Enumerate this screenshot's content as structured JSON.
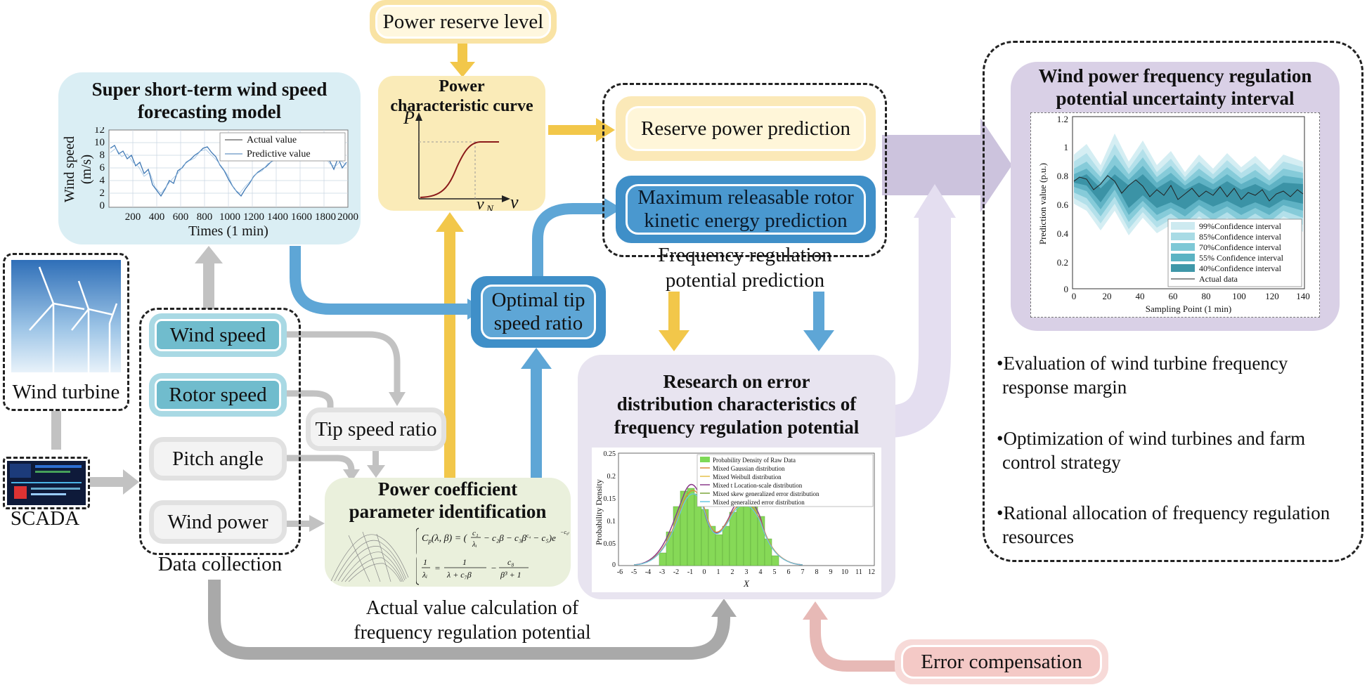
{
  "power_reserve_level": "Power reserve level",
  "wind_speed_model": {
    "title_line1": "Super short-term wind speed",
    "title_line2": "forecasting model",
    "ylabel_line1": "Wind speed",
    "ylabel_line2": "(m/s)",
    "xlabel": "Times (1 min)",
    "legend_actual": "Actual value",
    "legend_predictive": "Predictive value",
    "y_ticks": [
      "12",
      "10",
      "8",
      "6",
      "4",
      "2",
      "0"
    ],
    "x_ticks": [
      "200",
      "400",
      "600",
      "800",
      "1000",
      "1200",
      "1400",
      "1600",
      "1800",
      "2000"
    ]
  },
  "power_curve": {
    "title_line1": "Power",
    "title_line2": "characteristic curve",
    "p_label": "P",
    "v_label": "v",
    "vn_label": "v",
    "vn_sub": "N"
  },
  "frequency_regulation": {
    "reserve_power": "Reserve power prediction",
    "max_kinetic_line1": "Maximum releasable rotor",
    "max_kinetic_line2": "kinetic energy prediction",
    "caption_line1": "Frequency regulation",
    "caption_line2": "potential prediction"
  },
  "uncertainty": {
    "title_line1": "Wind power frequency regulation",
    "title_line2": "potential uncertainty interval",
    "ylabel": "Prediction value (p.u.)",
    "xlabel": "Sampling Point (1 min)",
    "y_ticks": [
      "1.2",
      "1",
      "0.8",
      "0.6",
      "0.4",
      "0.2",
      "0"
    ],
    "x_ticks": [
      "0",
      "20",
      "40",
      "60",
      "80",
      "100",
      "120",
      "140"
    ],
    "legend": [
      "99%Confidence interval",
      "85%Confidence interval",
      "70%Confidence interval",
      "55% Confidence interval",
      "40%Confidence interval",
      "Actual data"
    ],
    "legend_colors": [
      "#cdeaf0",
      "#a9dbe5",
      "#7ec8d6",
      "#5bb3c3",
      "#3f97a8",
      "#222222"
    ]
  },
  "bullets": [
    {
      "line1": "•Evaluation of wind turbine frequency",
      "line2": "response margin"
    },
    {
      "line1": "•Optimization of wind turbines and farm",
      "line2": "control strategy"
    },
    {
      "line1": "•Rational allocation of frequency regulation",
      "line2": "resources"
    }
  ],
  "wind_turbine_label": "Wind turbine",
  "scada_label": "SCADA",
  "data_collection": {
    "caption": "Data collection",
    "items": [
      "Wind speed",
      "Rotor speed",
      "Pitch angle",
      "Wind power"
    ]
  },
  "tip_speed_ratio": "Tip speed ratio",
  "optimal_tip": {
    "line1": "Optimal tip",
    "line2": "speed ratio"
  },
  "power_coefficient": {
    "title_line1": "Power coefficient",
    "title_line2": "parameter identification"
  },
  "actual_value": {
    "line1": "Actual value calculation of",
    "line2": "frequency regulation potential"
  },
  "error_research": {
    "title_line1": "Research on error",
    "title_line2": "distribution characteristics of",
    "title_line3": "frequency regulation potential",
    "ylabel": "Probability Density",
    "xlabel": "X",
    "y_ticks": [
      "0.25",
      "0.2",
      "0.15",
      "0.1",
      "0.05",
      "0"
    ],
    "x_ticks": [
      "-6",
      "-5",
      "-4",
      "-3",
      "-2",
      "-1",
      "0",
      "1",
      "2",
      "3",
      "4",
      "5",
      "6",
      "7",
      "8",
      "9",
      "10",
      "11",
      "12"
    ],
    "legend": [
      "Probability Density of Raw Data",
      "Mixed Gaussian distribution",
      "Mixed Weibull distribution",
      "Mixed t Location-scale distribution",
      "Mixed skew generalized error distribution",
      "Mixed generalized error distribution"
    ],
    "legend_colors": [
      "#7ed957",
      "#d98a3a",
      "#e6c04a",
      "#8a3a8a",
      "#7aa63a",
      "#6ac8e0"
    ]
  },
  "error_compensation": "Error compensation"
}
